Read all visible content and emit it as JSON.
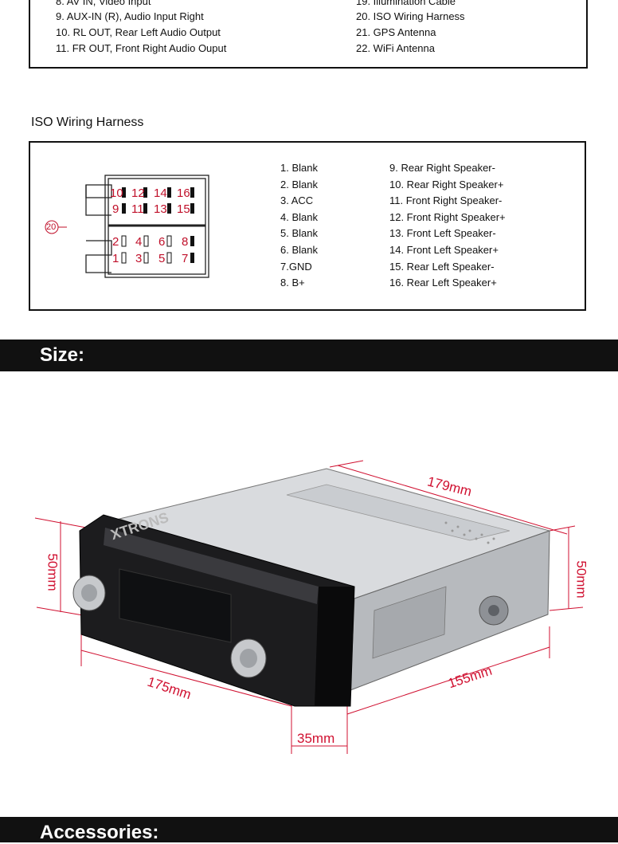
{
  "wiring_top": {
    "left_items": [
      "8. AV IN, Video Input",
      "9. AUX-IN (R), Audio Input Right",
      "10. RL OUT, Rear Left Audio Output",
      "11. FR OUT, Front Right Audio Ouput"
    ],
    "right_items": [
      "19. Illumination Cable",
      "20. ISO Wiring Harness",
      "21. GPS Antenna",
      "22. WiFi Antenna"
    ]
  },
  "iso": {
    "title": "ISO Wiring Harness",
    "marker": "20",
    "connector_top": {
      "row1": [
        "10",
        "12",
        "14",
        "16"
      ],
      "row2": [
        "9",
        "11",
        "13",
        "15"
      ]
    },
    "connector_bottom": {
      "row1": [
        "2",
        "4",
        "6",
        "8"
      ],
      "row2": [
        "1",
        "3",
        "5",
        "7"
      ]
    },
    "pins_left": [
      "1. Blank",
      "2. Blank",
      "3. ACC",
      "4. Blank",
      "5. Blank",
      "6. Blank",
      "7.GND",
      "8. B+"
    ],
    "pins_right": [
      "9. Rear Right Speaker-",
      "10. Rear Right Speaker+",
      "11. Front Right Speaker-",
      "12. Front Right Speaker+",
      "13. Front Left Speaker-",
      "14. Front Left Speaker+",
      "15. Rear Left Speaker-",
      "16. Rear Left Speaker+"
    ]
  },
  "size": {
    "banner": "Size:",
    "dims": {
      "top_length": "179mm",
      "left_height": "50mm",
      "right_height": "50mm",
      "front_width": "175mm",
      "side_depth": "155mm",
      "face_depth": "35mm"
    },
    "front_label": "XTRONS"
  },
  "accessories": {
    "banner": "Accessories:"
  },
  "colors": {
    "dimension": "#d01030",
    "banner_bg": "#111111",
    "banner_text": "#ffffff",
    "connector": "#c0102a"
  }
}
